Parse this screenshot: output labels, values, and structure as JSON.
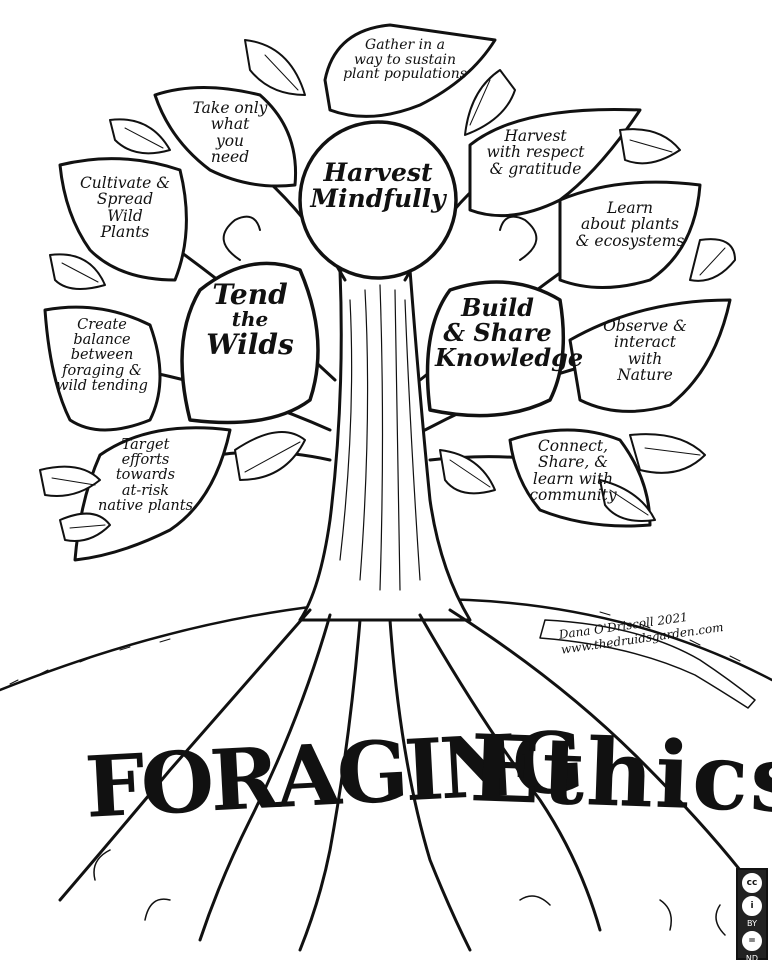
{
  "center": {
    "lines": [
      "Harvest",
      "Mindfully"
    ]
  },
  "branches": {
    "tend": {
      "lines": [
        "Tend",
        "the",
        "Wilds"
      ]
    },
    "build": {
      "lines": [
        "Build",
        "& Share",
        "Knowledge"
      ]
    }
  },
  "leaves": {
    "gather": {
      "lines": [
        "Gather in a",
        "way to sustain",
        "plant populations"
      ]
    },
    "take": {
      "lines": [
        "Take only",
        "what",
        "you",
        "need"
      ]
    },
    "respect": {
      "lines": [
        "Harvest",
        "with respect",
        "& gratitude"
      ]
    },
    "cultivate": {
      "lines": [
        "Cultivate &",
        "Spread",
        "Wild",
        "Plants"
      ]
    },
    "learn": {
      "lines": [
        "Learn",
        "about plants",
        "& ecosystems"
      ]
    },
    "balance": {
      "lines": [
        "Create",
        "balance",
        "between",
        "foraging &",
        "wild tending"
      ]
    },
    "observe": {
      "lines": [
        "Observe &",
        "interact",
        "with",
        "Nature"
      ]
    },
    "target": {
      "lines": [
        "Target",
        "efforts",
        "towards",
        "at-risk",
        "native plants"
      ]
    },
    "connect": {
      "lines": [
        "Connect,",
        "Share, &",
        "learn with",
        "community"
      ]
    }
  },
  "title": {
    "word1": "FORAGING",
    "word2": "Ethics"
  },
  "signature": {
    "line1": "Dana O'Driscoll 2021",
    "line2": "www.thedruidsgarden.com"
  },
  "license": {
    "icons": [
      "cc-icon",
      "by-icon",
      "nd-icon"
    ],
    "labels": [
      "BY",
      "ND"
    ]
  }
}
